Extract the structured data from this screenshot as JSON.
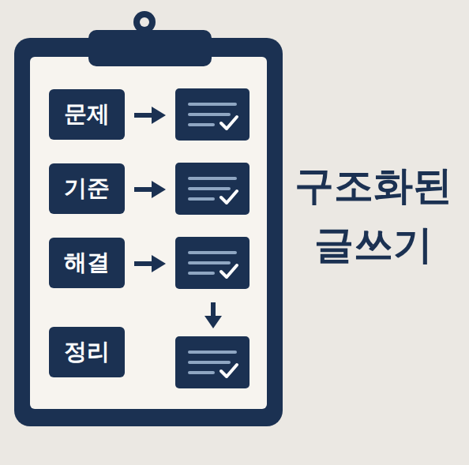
{
  "diagram": {
    "title": "구조화된 글쓰기",
    "nodes": [
      {
        "text": [
          "문제"
        ]
      },
      {
        "text": [
          "기준"
        ]
      },
      {
        "text": [
          "해결"
        ]
      },
      {
        "text": [
          "정리"
        ]
      }
    ]
  }
}
